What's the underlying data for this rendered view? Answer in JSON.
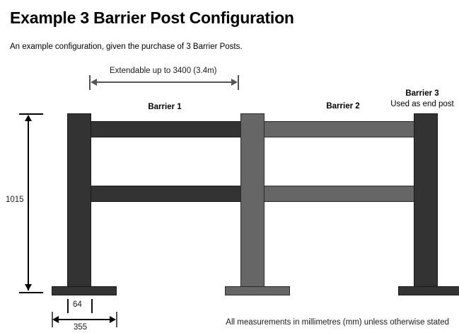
{
  "document": {
    "title": "Example 3 Barrier Post Configuration",
    "subtitle": "An example configuration, given the purchase of 3 Barrier Posts.",
    "footnote": "All measurements in millimetres (mm) unless otherwise stated"
  },
  "diagram": {
    "type": "technical-elevation-drawing",
    "labels": {
      "barrier_1": "Barrier 1",
      "barrier_2": "Barrier 2",
      "barrier_3": "Barrier 3",
      "barrier_3_note": "Used as end post"
    },
    "dimensions": {
      "span_extendable": "Extendable up to 3400 (3.4m)",
      "post_height": "1015",
      "post_width": "64",
      "base_width": "355"
    },
    "colors": {
      "dark_component": "#333333",
      "mid_component": "#666666",
      "outline": "#111111",
      "dimension_line": "#555555",
      "background": "#ffffff"
    },
    "components": [
      {
        "name": "post-left",
        "shade": "dark",
        "role": "barrier-post"
      },
      {
        "name": "post-middle",
        "shade": "mid",
        "role": "barrier-post"
      },
      {
        "name": "post-right",
        "shade": "dark",
        "role": "barrier-post-end"
      },
      {
        "name": "rail-upper-left",
        "shade": "dark",
        "role": "barrier-rail"
      },
      {
        "name": "rail-lower-left",
        "shade": "dark",
        "role": "barrier-rail"
      },
      {
        "name": "rail-upper-right",
        "shade": "mid",
        "role": "barrier-rail"
      },
      {
        "name": "rail-lower-right",
        "shade": "mid",
        "role": "barrier-rail"
      },
      {
        "name": "base-left",
        "shade": "dark",
        "role": "base-plate"
      },
      {
        "name": "base-middle",
        "shade": "mid",
        "role": "base-plate"
      },
      {
        "name": "base-right",
        "shade": "dark",
        "role": "base-plate"
      }
    ]
  }
}
